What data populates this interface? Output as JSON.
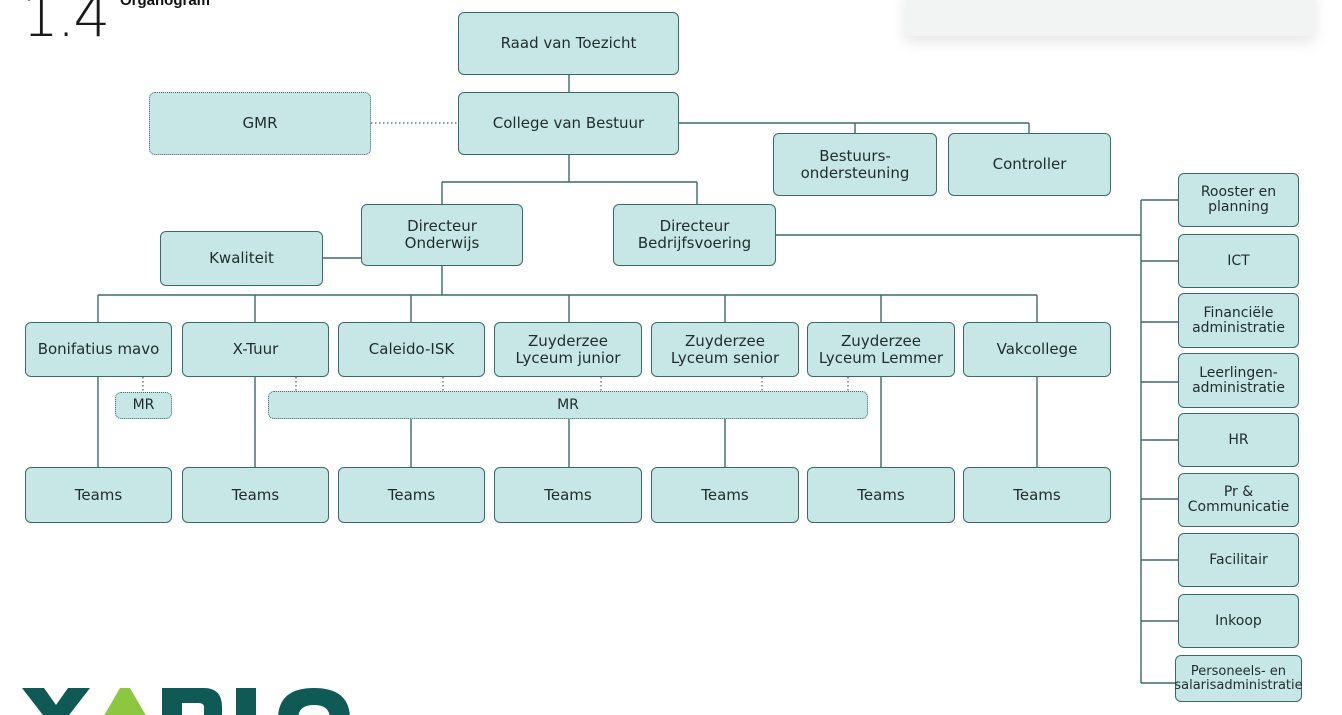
{
  "header": {
    "section_number": "1.4",
    "section_title": "Organogram"
  },
  "colors": {
    "node_fill": "#c7e6e6",
    "node_border": "#3a6b68",
    "logo_dark": "#0f5a55",
    "logo_green": "#8dc63f"
  },
  "nodes": {
    "raad": "Raad van Toezicht",
    "college": "College van Bestuur",
    "gmr": "GMR",
    "bestuursondersteuning": "Bestuurs-\nondersteuning",
    "controller": "Controller",
    "dir_onderwijs": "Directeur\nOnderwijs",
    "dir_bedrijf": "Directeur\nBedrijfsvoering",
    "kwaliteit": "Kwaliteit",
    "mr_small": "MR",
    "mr_large": "MR"
  },
  "schools": [
    "Bonifatius mavo",
    "X-Tuur",
    "Caleido-ISK",
    "Zuyderzee\nLyceum junior",
    "Zuyderzee\nLyceum senior",
    "Zuyderzee\nLyceum Lemmer",
    "Vakcollege"
  ],
  "teams": [
    "Teams",
    "Teams",
    "Teams",
    "Teams",
    "Teams",
    "Teams",
    "Teams"
  ],
  "services": [
    "Rooster en\nplanning",
    "ICT",
    "Financiële\nadministratie",
    "Leerlingen-\nadministratie",
    "HR",
    "Pr &\nCommunicatie",
    "Facilitair",
    "Inkoop",
    "Personeels- en\nsalarisadministratie"
  ]
}
